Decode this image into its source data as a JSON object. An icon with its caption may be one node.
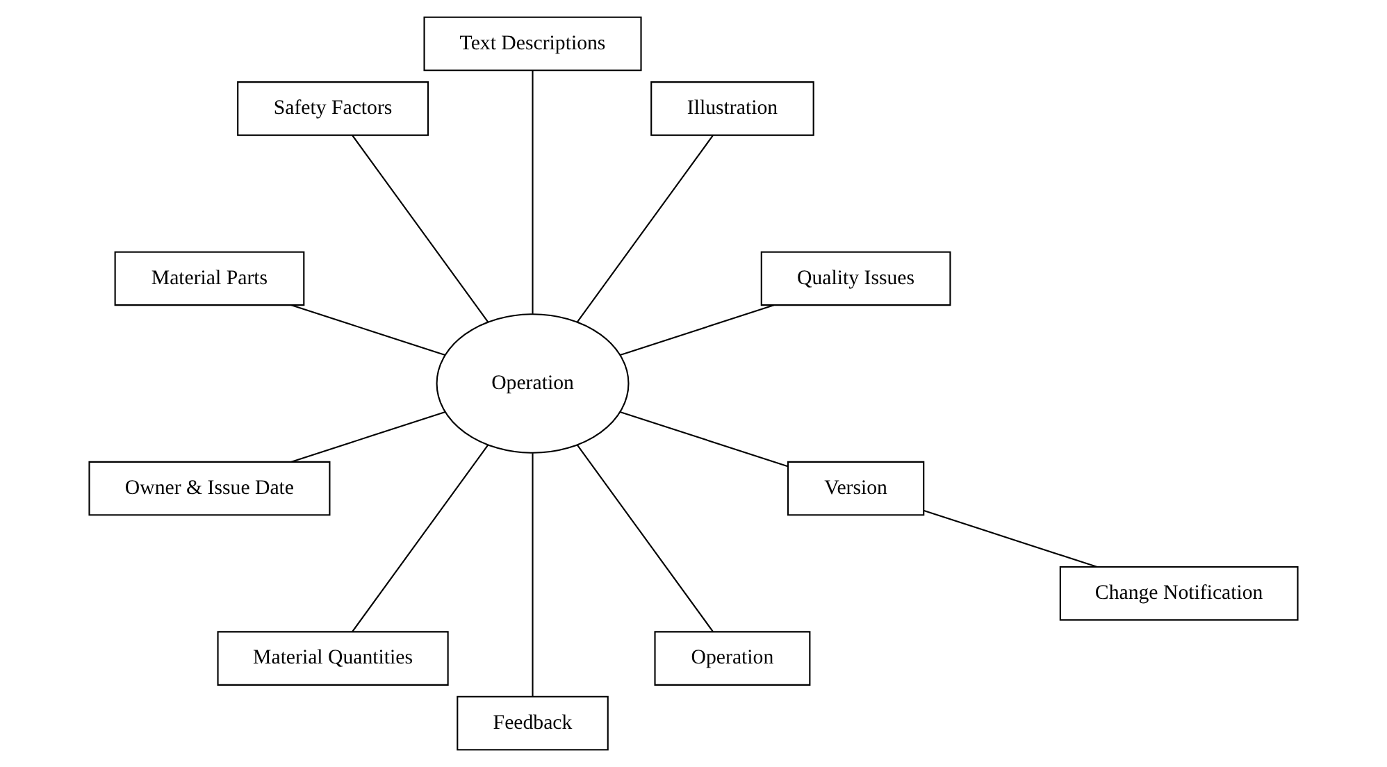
{
  "diagram": {
    "nodes": [
      {
        "text": [
          "Quality Issues"
        ]
      },
      {
        "text": [
          "Illustration"
        ]
      },
      {
        "text": [
          "Text Descriptions"
        ]
      },
      {
        "text": [
          "Safety Factors"
        ]
      },
      {
        "text": [
          "Operation"
        ]
      },
      {
        "text": [
          "Material Parts"
        ]
      },
      {
        "text": [
          "Owner & Issue Date"
        ]
      },
      {
        "text": [
          "Material Quantities"
        ]
      },
      {
        "text": [
          "Feedback"
        ]
      },
      {
        "text": [
          "Operation"
        ]
      },
      {
        "text": [
          "Version"
        ]
      },
      {
        "text": [
          "Change Notification"
        ]
      }
    ],
    "edges": [
      {
        "from": 4,
        "to": 0,
        "arrow": "none"
      },
      {
        "from": 4,
        "to": 2,
        "arrow": "none"
      },
      {
        "from": 4,
        "to": 5,
        "arrow": "none"
      },
      {
        "from": 4,
        "to": 7,
        "arrow": "none"
      },
      {
        "from": 4,
        "to": 9,
        "arrow": "none"
      },
      {
        "from": 4,
        "to": 10,
        "arrow": "none"
      },
      {
        "from": 4,
        "to": 8,
        "arrow": "none"
      },
      {
        "from": 4,
        "to": 6,
        "arrow": "none"
      },
      {
        "from": 4,
        "to": 3,
        "arrow": "none"
      },
      {
        "from": 4,
        "to": 1,
        "arrow": "none"
      },
      {
        "from": 10,
        "to": 11,
        "arrow": "none"
      }
    ]
  }
}
